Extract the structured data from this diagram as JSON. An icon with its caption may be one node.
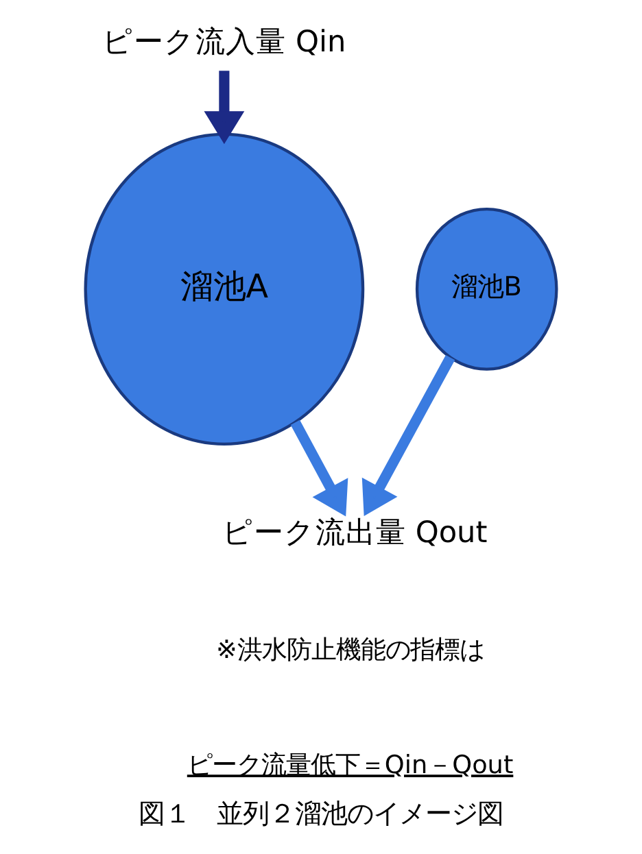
{
  "diagram": {
    "caption": "図１　並列２溜池のイメージ図",
    "nodes": [
      {
        "text": [
          "ピーク流入量 Qin"
        ]
      },
      {
        "text": [
          "溜池A"
        ]
      },
      {
        "text": [
          "溜池B"
        ]
      },
      {
        "text": [
          "ピーク流出量 Qout"
        ]
      }
    ],
    "edges": [
      {
        "from": 0,
        "to": 1,
        "arrow": "to",
        "color": "#1c2a86"
      },
      {
        "from": 1,
        "to": 3,
        "arrow": "to"
      },
      {
        "from": 2,
        "to": 3,
        "arrow": "to"
      }
    ],
    "labels": [
      "※洪水防止機能の指標は",
      "ピーク流量低下＝Qin－Qout"
    ]
  }
}
